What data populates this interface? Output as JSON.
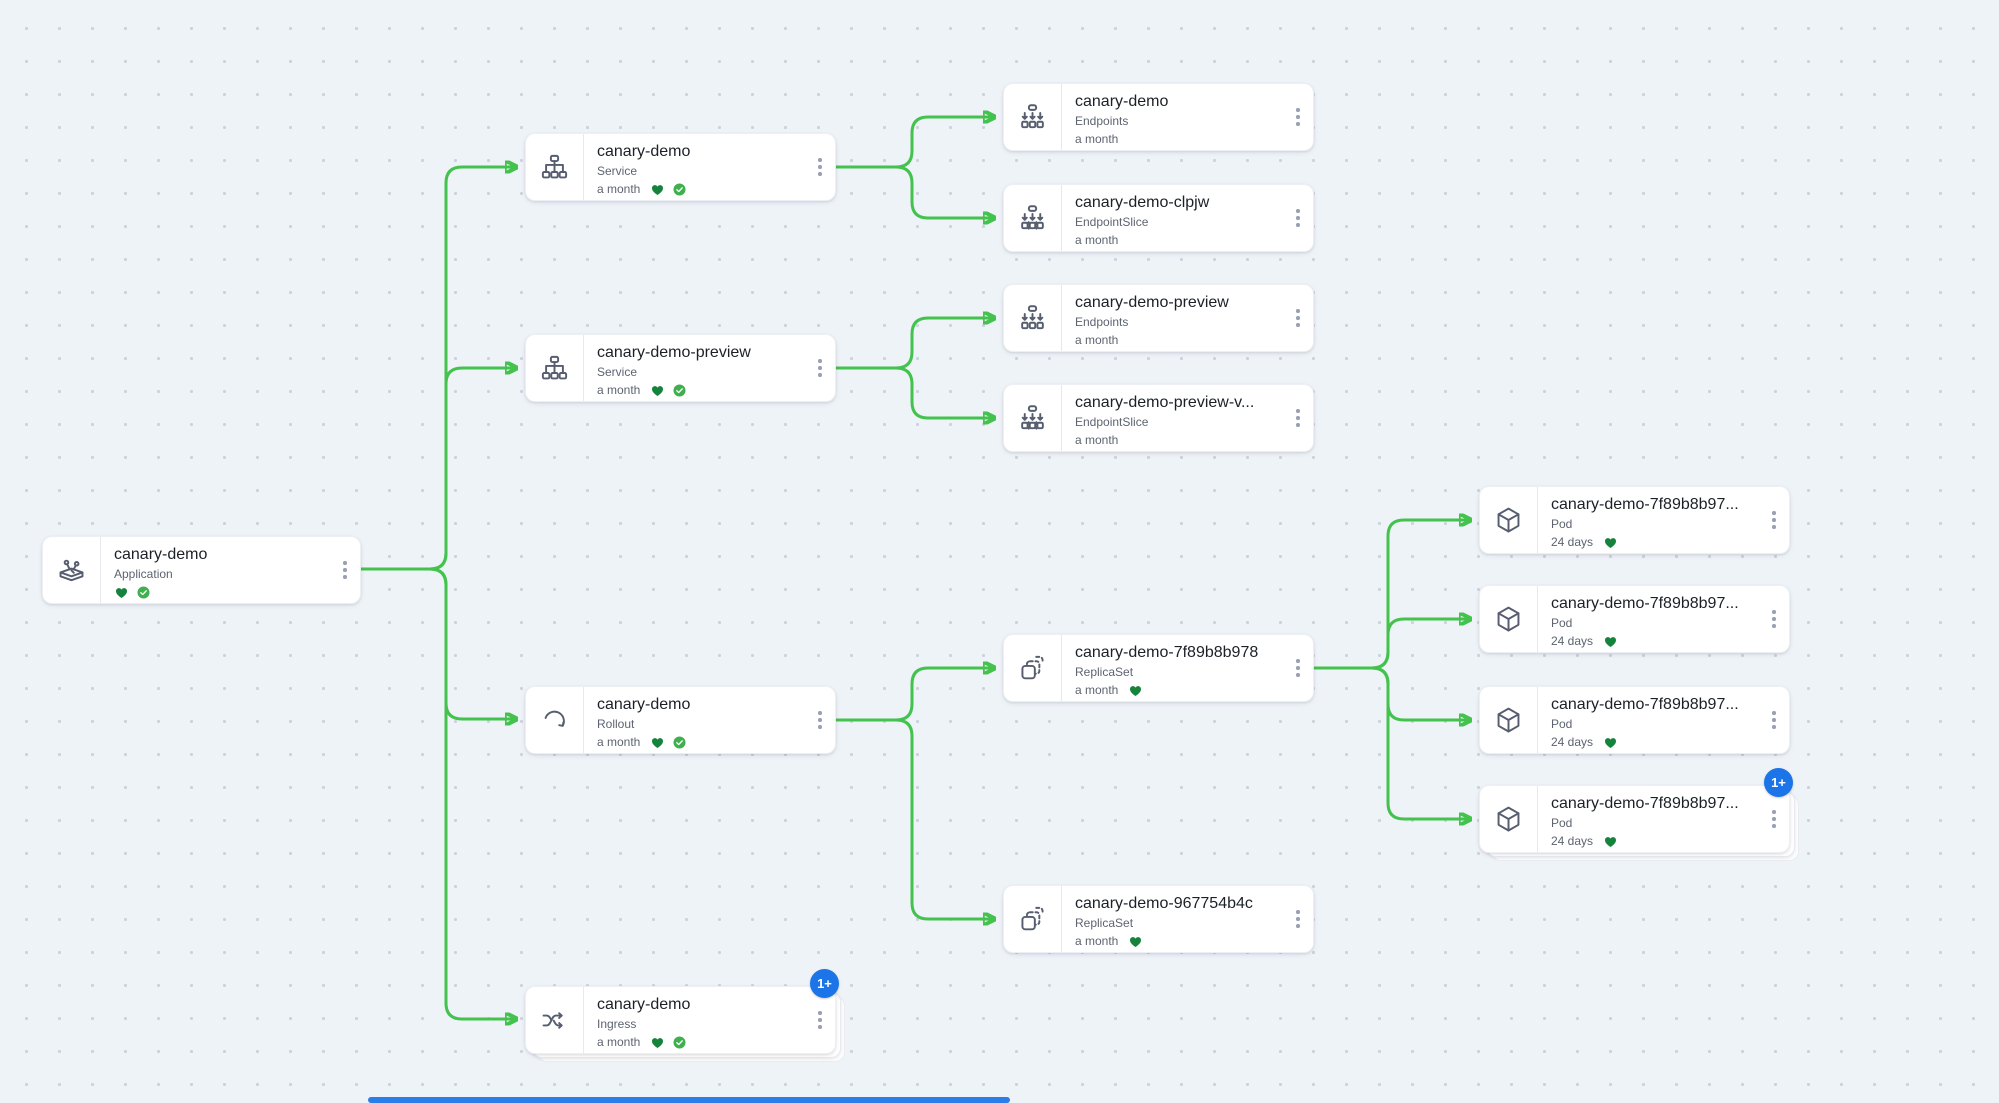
{
  "app_context": "resource-tree-graph",
  "colors": {
    "edge_green": "#43c24d",
    "heart_green": "#15833b",
    "check_green": "#3fb04d",
    "badge_blue": "#1b74e8",
    "canvas_bg": "#eef3f8",
    "card_bg": "#ffffff"
  },
  "nodes": [
    {
      "title": "canary-demo",
      "kind": "Application",
      "age": "",
      "badge": ""
    },
    {
      "title": "canary-demo",
      "kind": "Service",
      "age": "a month",
      "badge": ""
    },
    {
      "title": "canary-demo",
      "kind": "Endpoints",
      "age": "a month",
      "badge": ""
    },
    {
      "title": "canary-demo-clpjw",
      "kind": "EndpointSlice",
      "age": "a month",
      "badge": ""
    },
    {
      "title": "canary-demo-preview",
      "kind": "Service",
      "age": "a month",
      "badge": ""
    },
    {
      "title": "canary-demo-preview",
      "kind": "Endpoints",
      "age": "a month",
      "badge": ""
    },
    {
      "title": "canary-demo-preview-v...",
      "kind": "EndpointSlice",
      "age": "a month",
      "badge": ""
    },
    {
      "title": "canary-demo",
      "kind": "Rollout",
      "age": "a month",
      "badge": ""
    },
    {
      "title": "canary-demo-7f89b8b978",
      "kind": "ReplicaSet",
      "age": "a month",
      "badge": ""
    },
    {
      "title": "canary-demo-7f89b8b97...",
      "kind": "Pod",
      "age": "24 days",
      "badge": ""
    },
    {
      "title": "canary-demo-7f89b8b97...",
      "kind": "Pod",
      "age": "24 days",
      "badge": ""
    },
    {
      "title": "canary-demo-7f89b8b97...",
      "kind": "Pod",
      "age": "24 days",
      "badge": ""
    },
    {
      "title": "canary-demo-7f89b8b97...",
      "kind": "Pod",
      "age": "24 days",
      "badge": "1+"
    },
    {
      "title": "canary-demo-967754b4c",
      "kind": "ReplicaSet",
      "age": "a month",
      "badge": ""
    },
    {
      "title": "canary-demo",
      "kind": "Ingress",
      "age": "a month",
      "badge": "1+"
    }
  ],
  "edges": [
    {
      "from": "application canary-demo",
      "to": "service canary-demo"
    },
    {
      "from": "application canary-demo",
      "to": "service canary-demo-preview"
    },
    {
      "from": "application canary-demo",
      "to": "rollout canary-demo"
    },
    {
      "from": "application canary-demo",
      "to": "ingress canary-demo"
    },
    {
      "from": "service canary-demo",
      "to": "endpoints canary-demo"
    },
    {
      "from": "service canary-demo",
      "to": "endpointslice canary-demo-clpjw"
    },
    {
      "from": "service canary-demo-preview",
      "to": "endpoints canary-demo-preview"
    },
    {
      "from": "service canary-demo-preview",
      "to": "endpointslice canary-demo-preview-v..."
    },
    {
      "from": "rollout canary-demo",
      "to": "replicaset canary-demo-7f89b8b978"
    },
    {
      "from": "rollout canary-demo",
      "to": "replicaset canary-demo-967754b4c"
    },
    {
      "from": "replicaset canary-demo-7f89b8b978",
      "to": "pod 1"
    },
    {
      "from": "replicaset canary-demo-7f89b8b978",
      "to": "pod 2"
    },
    {
      "from": "replicaset canary-demo-7f89b8b978",
      "to": "pod 3"
    },
    {
      "from": "replicaset canary-demo-7f89b8b978",
      "to": "pod 4"
    }
  ]
}
